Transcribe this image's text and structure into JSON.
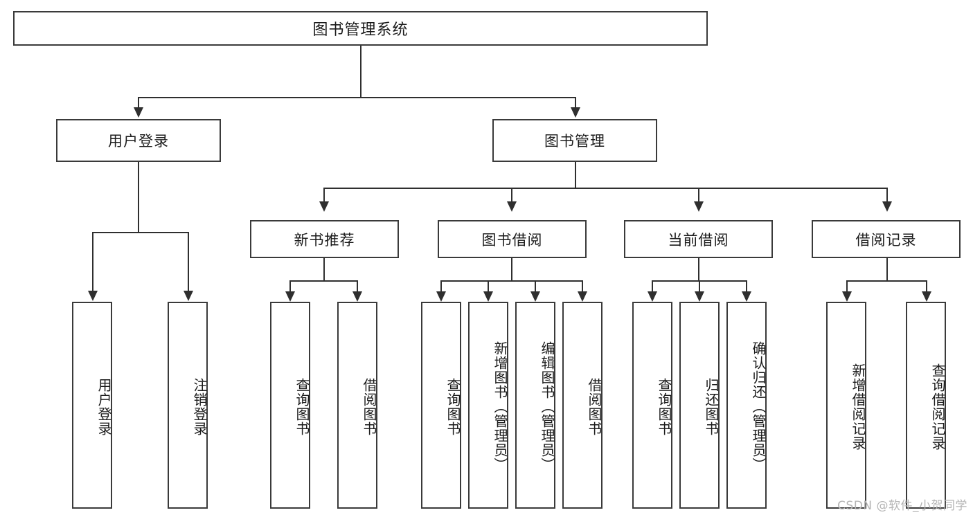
{
  "diagram": {
    "title": "图书管理系统",
    "watermark": "CSDN @软件_小贺同学",
    "type": "tree-hierarchy",
    "colors": {
      "box_border": "#3a3a3a",
      "connector": "#2f2f2f",
      "background": "#ffffff",
      "text": "#1b1b1b",
      "watermark": "#b4b4b4"
    },
    "root": {
      "label": "图书管理系统"
    },
    "level2": [
      {
        "label": "用户登录"
      },
      {
        "label": "图书管理"
      }
    ],
    "level3": [
      {
        "label": "新书推荐"
      },
      {
        "label": "图书借阅"
      },
      {
        "label": "当前借阅"
      },
      {
        "label": "借阅记录"
      }
    ],
    "leaves": {
      "user_login": [
        {
          "label": "用户登录"
        },
        {
          "label": "注销登录"
        }
      ],
      "new_book": [
        {
          "label": "查询图书"
        },
        {
          "label": "借阅图书"
        }
      ],
      "book_borrow": [
        {
          "label": "查询图书"
        },
        {
          "label": "新增图书（管理员）"
        },
        {
          "label": "编辑图书（管理员）"
        },
        {
          "label": "借阅图书"
        }
      ],
      "current_borrow": [
        {
          "label": "查询图书"
        },
        {
          "label": "归还图书"
        },
        {
          "label": "确认归还（管理员）"
        }
      ],
      "borrow_record": [
        {
          "label": "新增借阅记录"
        },
        {
          "label": "查询借阅记录"
        }
      ]
    }
  }
}
